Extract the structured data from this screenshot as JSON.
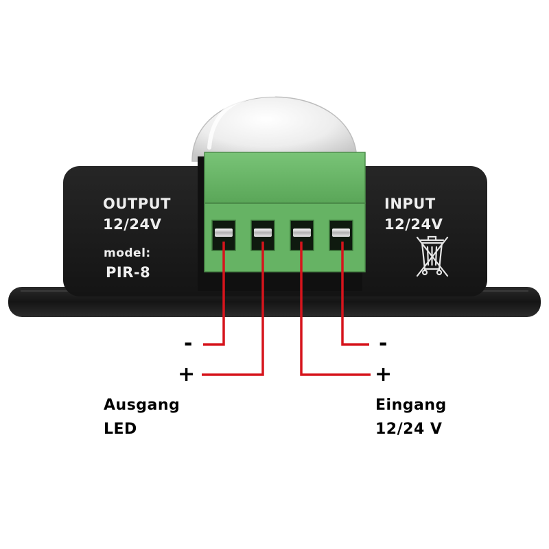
{
  "device": {
    "left_panel": {
      "heading": "OUTPUT",
      "voltage": "12/24V",
      "model_label": "model:",
      "model_value": "PIR-8"
    },
    "right_panel": {
      "heading": "INPUT",
      "voltage": "12/24V",
      "icon": "crossed-out-bin-icon"
    },
    "terminal_count": 4
  },
  "wiring": {
    "left_minus": "-",
    "left_plus": "+",
    "right_minus": "-",
    "right_plus": "+"
  },
  "captions": {
    "output_line1": "Ausgang",
    "output_line2": "LED",
    "input_line1": "Eingang",
    "input_line2": "12/24 V"
  },
  "colors": {
    "housing": "#1b1b1b",
    "terminal_block": "#6cb96a",
    "wire": "#d6141c",
    "dome": "#f2f2f2",
    "panel_text": "#eeeeee"
  }
}
